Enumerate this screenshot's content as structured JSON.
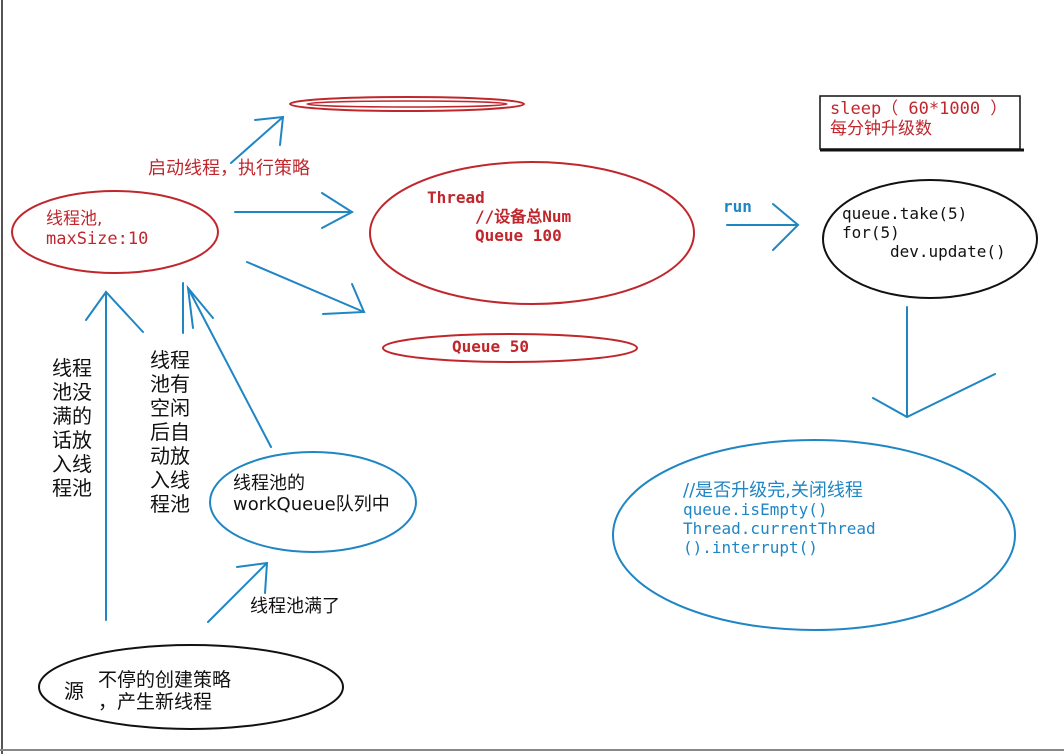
{
  "pool": {
    "line1": "线程池,",
    "line2": "maxSize:10"
  },
  "start_label": "启动线程，执行策略",
  "thread_node": {
    "line1": "Thread",
    "line2": "//设备总Num",
    "line3": "Queue 100"
  },
  "queue50": "Queue 50",
  "run_label": "run",
  "sleep_box": {
    "line1": "sleep（ 60*1000 ）",
    "line2": "每分钟升级数"
  },
  "take_node": {
    "line1": "queue.take(5)",
    "line2": "for(5)",
    "line3": "dev.update()"
  },
  "finish_node": {
    "line1": "//是否升级完,关闭线程",
    "line2": "queue.isEmpty()",
    "line3": "Thread.currentThread",
    "line4": "().interrupt()"
  },
  "not_full_label": "线程\n池没\n满的\n话放\n入线\n程池",
  "idle_label": "线程\n池有\n空闲\n后自\n动放\n入线\n程池",
  "workqueue_node": {
    "line1": "线程池的",
    "line2": "workQueue队列中"
  },
  "pool_full_label": "线程池满了",
  "source_node": {
    "source": "源",
    "line1": "不停的创建策略",
    "line2": "，产生新线程"
  },
  "colors": {
    "red": "#c0272d",
    "blue": "#1f86c4",
    "black": "#111111"
  }
}
